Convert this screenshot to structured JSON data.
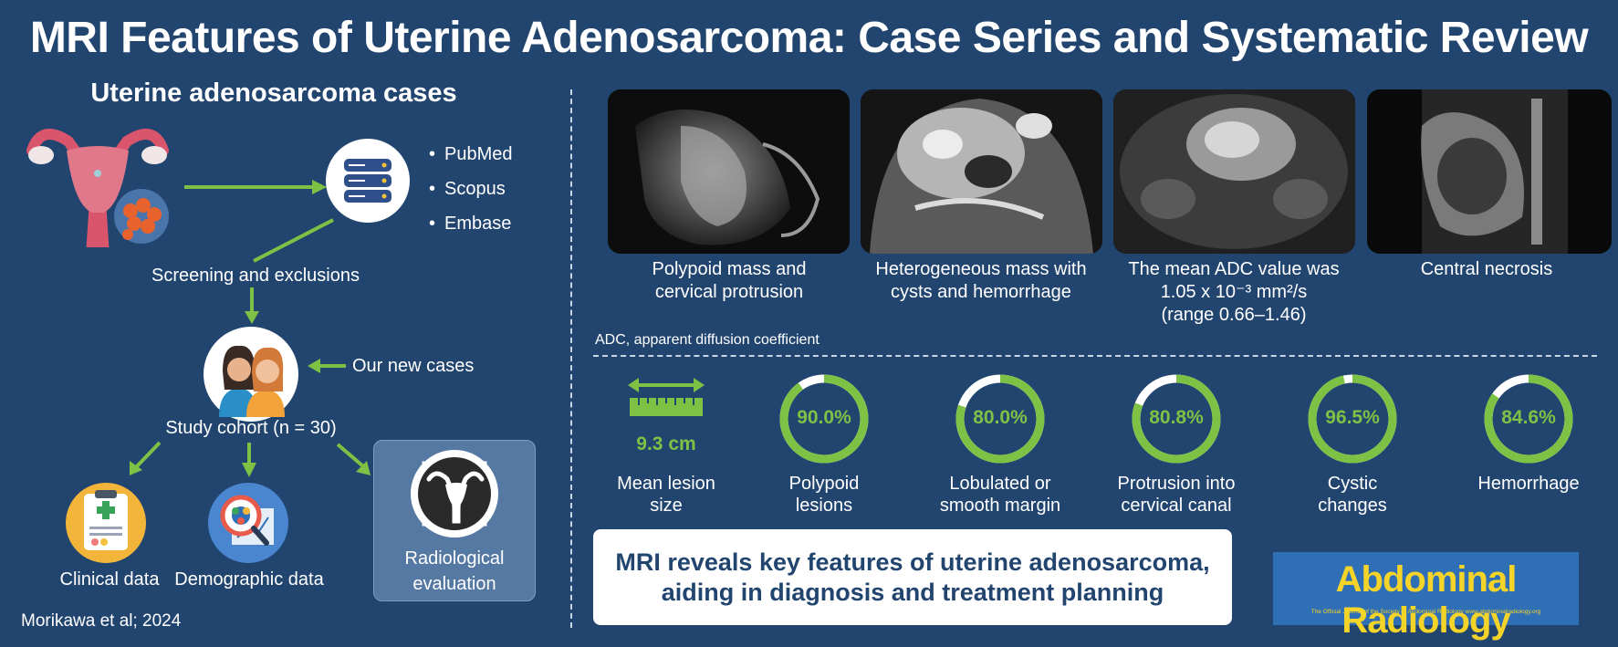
{
  "title": "MRI Features of Uterine Adenosarcoma: Case Series and Systematic Review",
  "left": {
    "cases_title": "Uterine adenosarcoma cases",
    "databases": [
      "PubMed",
      "Scopus",
      "Embase"
    ],
    "screening": "Screening and exclusions",
    "new_cases": "Our new cases",
    "cohort": "Study cohort (n = 30)",
    "outputs": [
      "Clinical data",
      "Demographic data",
      "Radiological evaluation"
    ],
    "citation": "Morikawa et al; 2024"
  },
  "mri_panels": [
    {
      "caption_l1": "Polypoid mass and",
      "caption_l2": "cervical protrusion",
      "caption_l3": ""
    },
    {
      "caption_l1": "Heterogeneous mass with",
      "caption_l2": "cysts and hemorrhage",
      "caption_l3": ""
    },
    {
      "caption_l1": "The mean ADC value was",
      "caption_l2": "1.05 x 10⁻³ mm²/s",
      "caption_l3": "(range 0.66–1.46)"
    },
    {
      "caption_l1": "Central necrosis",
      "caption_l2": "",
      "caption_l3": ""
    }
  ],
  "adc_note": "ADC, apparent diffusion coefficient",
  "stats": {
    "size_value": "9.3 cm",
    "size_label_l1": "Mean lesion",
    "size_label_l2": "size",
    "items": [
      {
        "value": "90.0%",
        "pct": 0.9,
        "l1": "Polypoid",
        "l2": "lesions"
      },
      {
        "value": "80.0%",
        "pct": 0.8,
        "l1": "Lobulated or",
        "l2": "smooth margin"
      },
      {
        "value": "80.8%",
        "pct": 0.808,
        "l1": "Protrusion into",
        "l2": "cervical canal"
      },
      {
        "value": "96.5%",
        "pct": 0.965,
        "l1": "Cystic",
        "l2": "changes"
      },
      {
        "value": "84.6%",
        "pct": 0.846,
        "l1": "Hemorrhage",
        "l2": ""
      }
    ]
  },
  "conclusion_l1": "MRI reveals key features of uterine adenosarcoma,",
  "conclusion_l2": "aiding in diagnosis and treatment planning",
  "journal": {
    "name": "Abdominal Radiology",
    "tagline": "The Official Journal of the Society of Abdominal Radiology  www.abdominalradiology.org"
  },
  "colors": {
    "background": "#22456f",
    "accent_green": "#7dc245",
    "ring_track": "#ffffff"
  }
}
